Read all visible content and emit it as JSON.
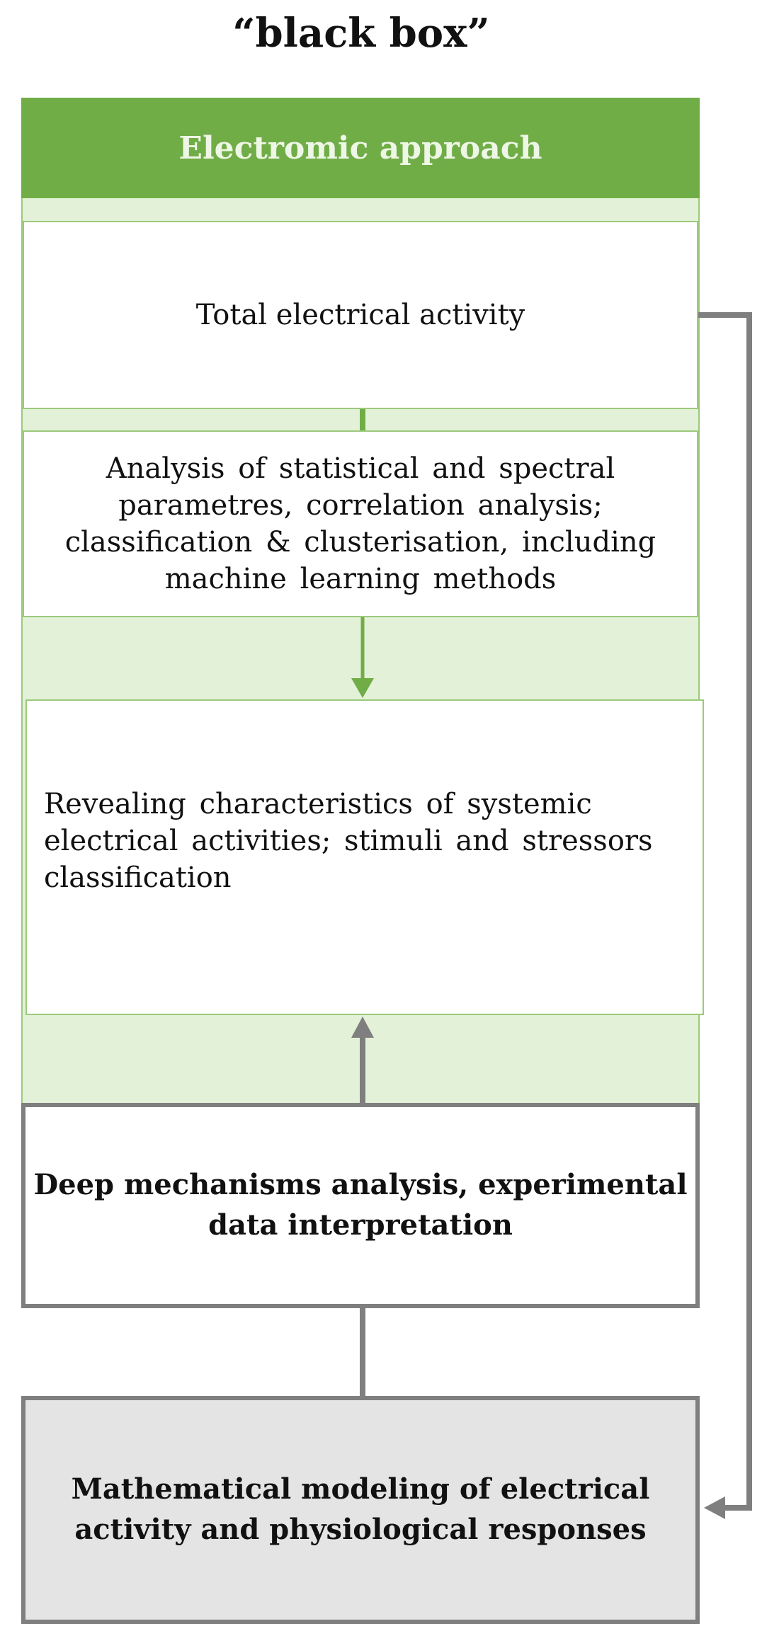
{
  "title": "“black box”",
  "header": {
    "label": "Electromic approach"
  },
  "steps": [
    {
      "text": "Total electrical  activity"
    },
    {
      "text": "Analysis of statistical  and spectral parametres, correlation  analysis; classification  & clusterisation, including  machine learning  methods"
    },
    {
      "text": "Revealing characteristics  of systemic electrical  activities; stimuli and stressors  classification"
    },
    {
      "text": "Deep mechanisms analysis, experimental data interpretation"
    },
    {
      "text": "Mathematical modeling of electrical activity and physiological responses"
    }
  ],
  "colors": {
    "header_green": "#70ad47",
    "panel_green": "#e3f1d8",
    "arrow_green": "#70ad47",
    "arrow_grey": "#7f7f7f",
    "grey_box": "#e4e4e4"
  }
}
